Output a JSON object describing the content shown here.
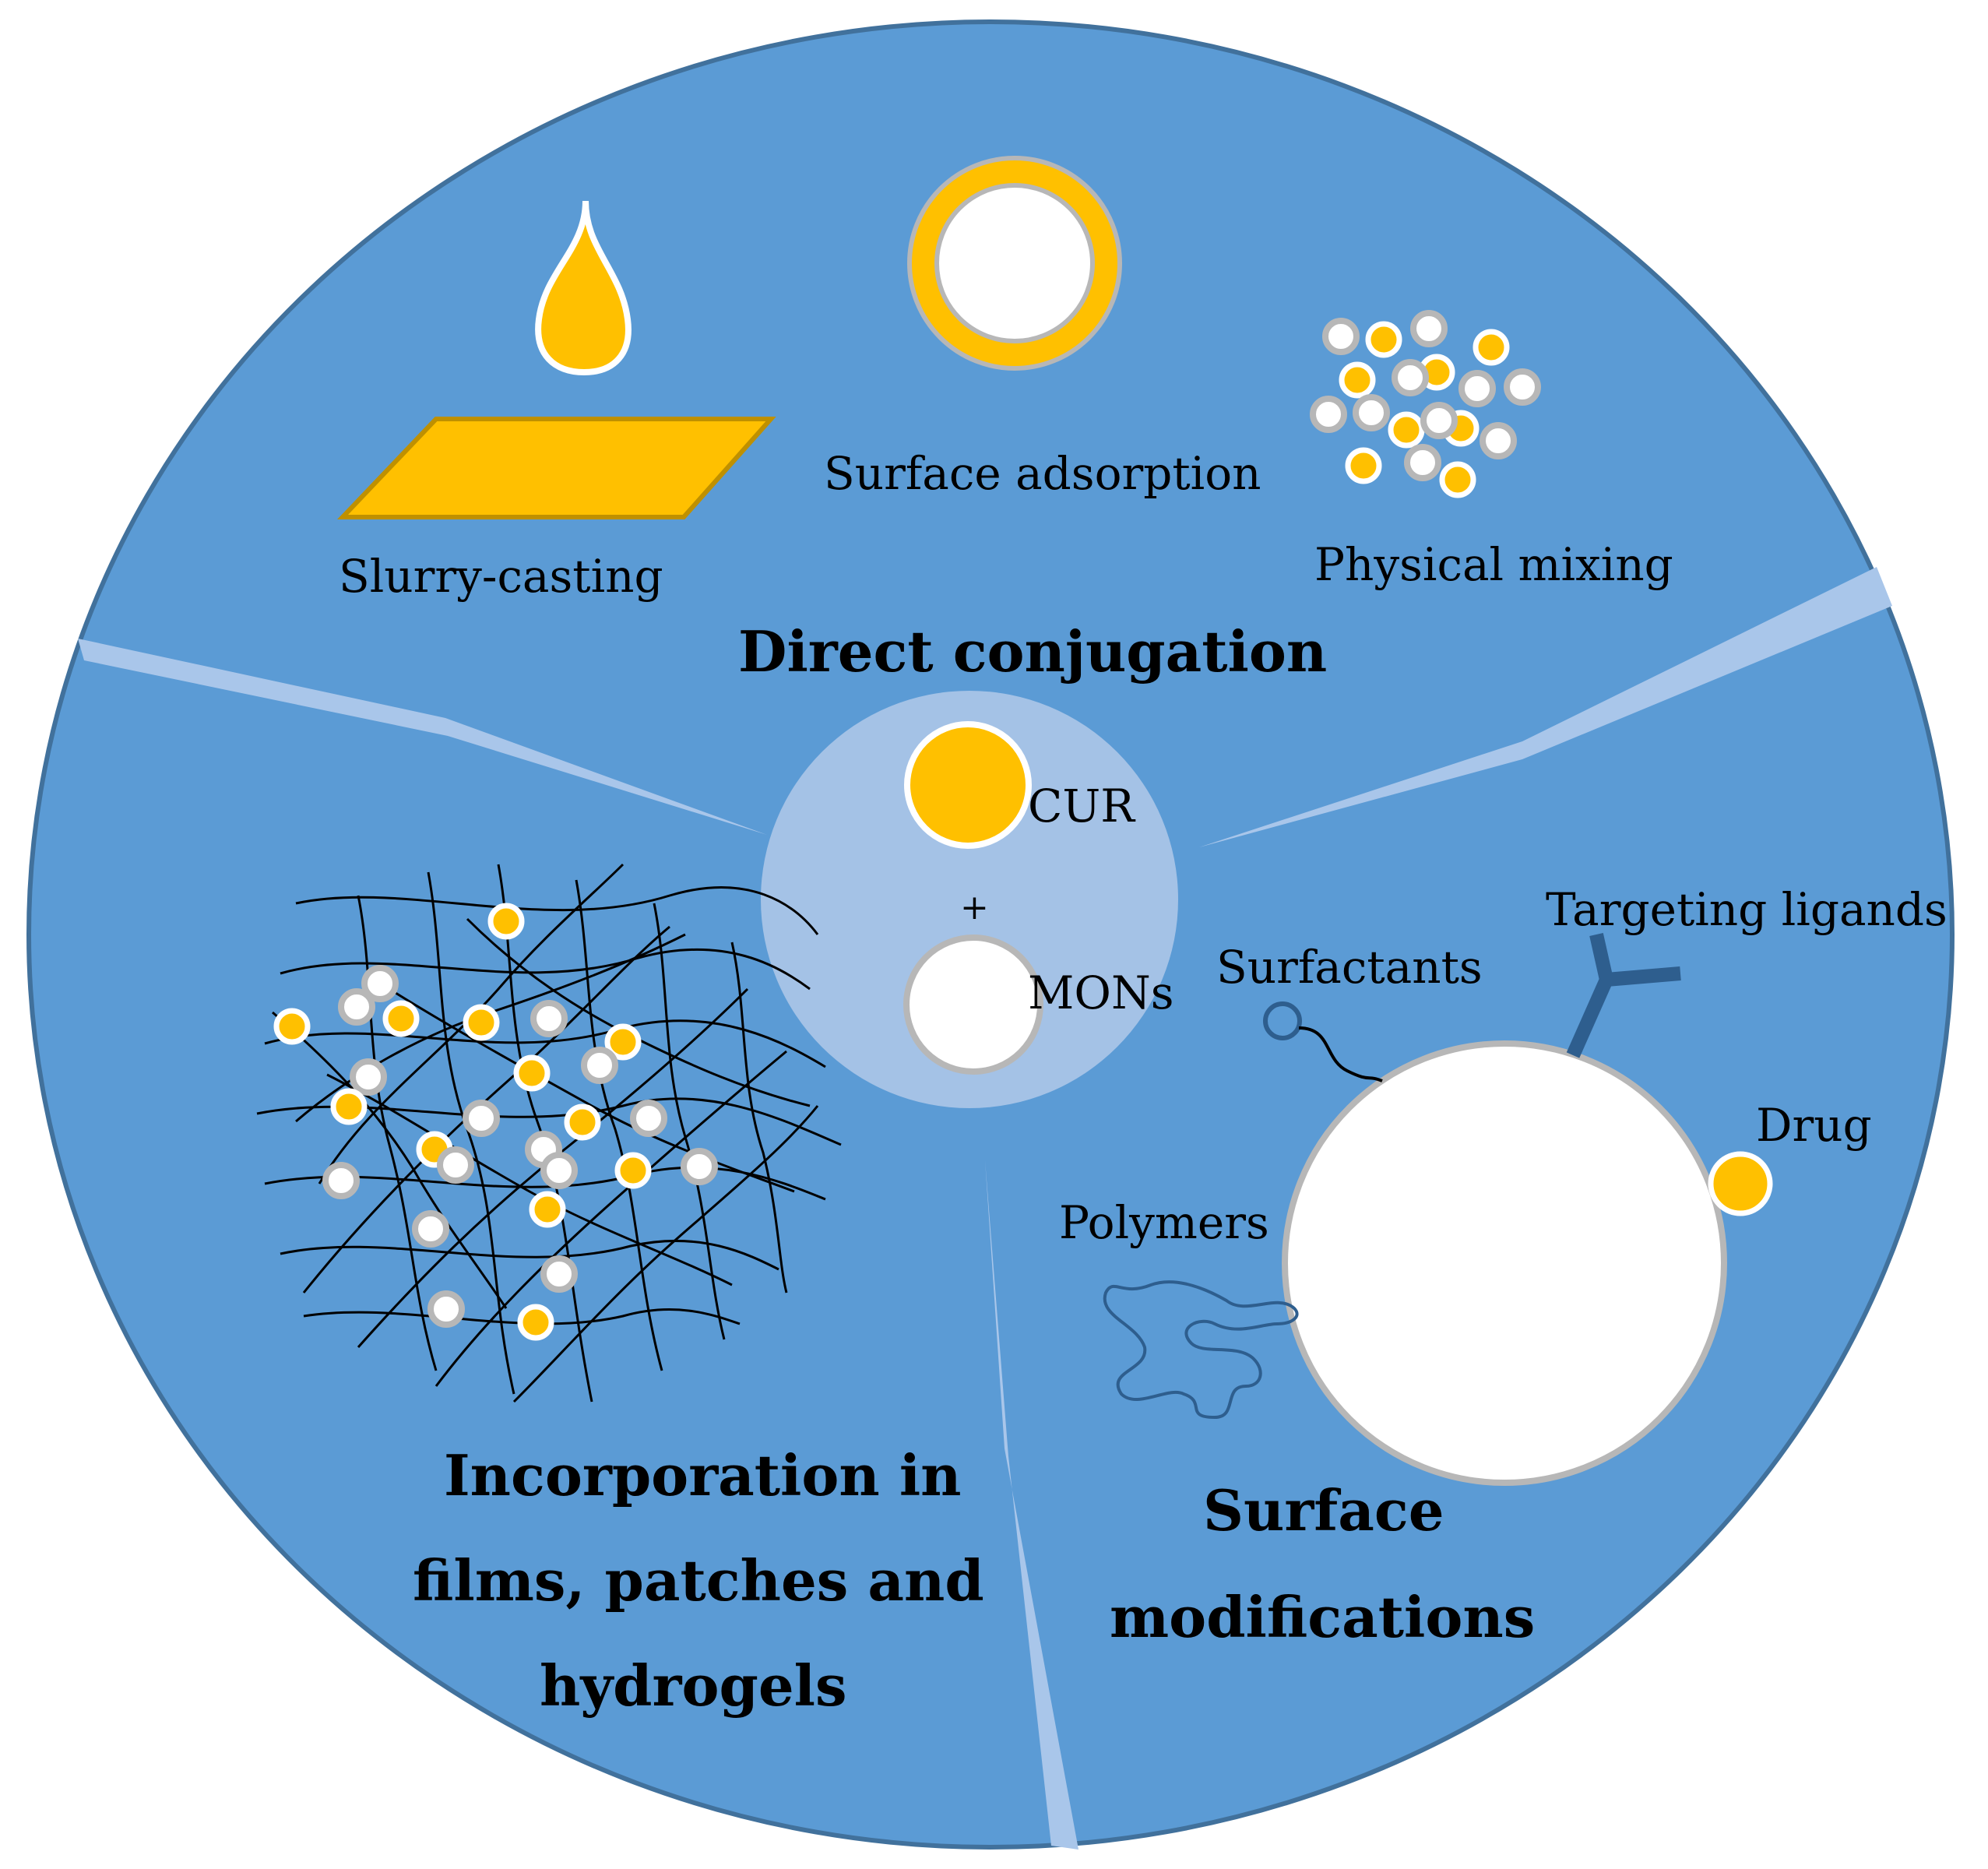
{
  "center": {
    "cur_label": "CUR",
    "plus_label": "+",
    "mons_label": "MONs"
  },
  "sections": {
    "direct": {
      "title": "Direct conjugation",
      "slurry_label": "Slurry-casting",
      "adsorption_label": "Surface adsorption",
      "mixing_label": "Physical mixing"
    },
    "incorporation": {
      "title_line1": "Incorporation in",
      "title_line2": "films, patches  and",
      "title_line3": "hydrogels"
    },
    "surface": {
      "title_line1": "Surface",
      "title_line2": "modifications",
      "surfactants_label": "Surfactants",
      "ligands_label": "Targeting ligands",
      "drug_label": "Drug",
      "polymers_label": "Polymers"
    }
  },
  "colors": {
    "disk": "#5b9bd5",
    "disk_edge": "#41719c",
    "center": "#a4c2e6",
    "divider": "#a9c6ea",
    "cur": "#ffc000",
    "cur_dark": "#bf9000",
    "mon_ring": "#b7b7b7",
    "ligand": "#2e5e8e"
  },
  "icons": {
    "drop": "droplet-icon",
    "plate": "slurry-plate-icon",
    "ring": "adsorption-ring-icon",
    "mix": "particle-mix-icon",
    "mesh": "fiber-mesh-icon",
    "polymer": "polymer-chain-icon",
    "ligand": "y-ligand-icon"
  }
}
